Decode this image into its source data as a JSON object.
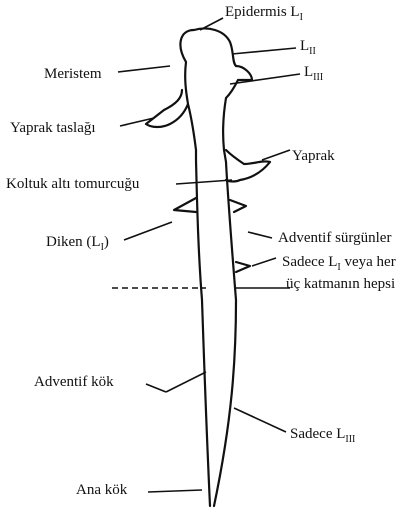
{
  "labels": {
    "epidermis": "Epidermis L",
    "epidermis_sub": "I",
    "l2": "L",
    "l2_sub": "II",
    "l3": "L",
    "l3_sub": "III",
    "meristem": "Meristem",
    "yaprak_taslagi": "Yaprak taslağı",
    "yaprak": "Yaprak",
    "koltuk": "Koltuk altı tomurcuğu",
    "diken": "Diken (L",
    "diken_sub": "I",
    "diken_close": ")",
    "adventif_surgunler": "Adventif sürgünler",
    "sadece_line1a": "Sadece L",
    "sadece_line1_sub": "I",
    "sadece_line1b": " veya her",
    "sadece_line2": "üç katmanın hepsi",
    "adventif_kok": "Adventif kök",
    "sadece_l3": "Sadece L",
    "sadece_l3_sub": "III",
    "ana_kok": "Ana kök"
  }
}
